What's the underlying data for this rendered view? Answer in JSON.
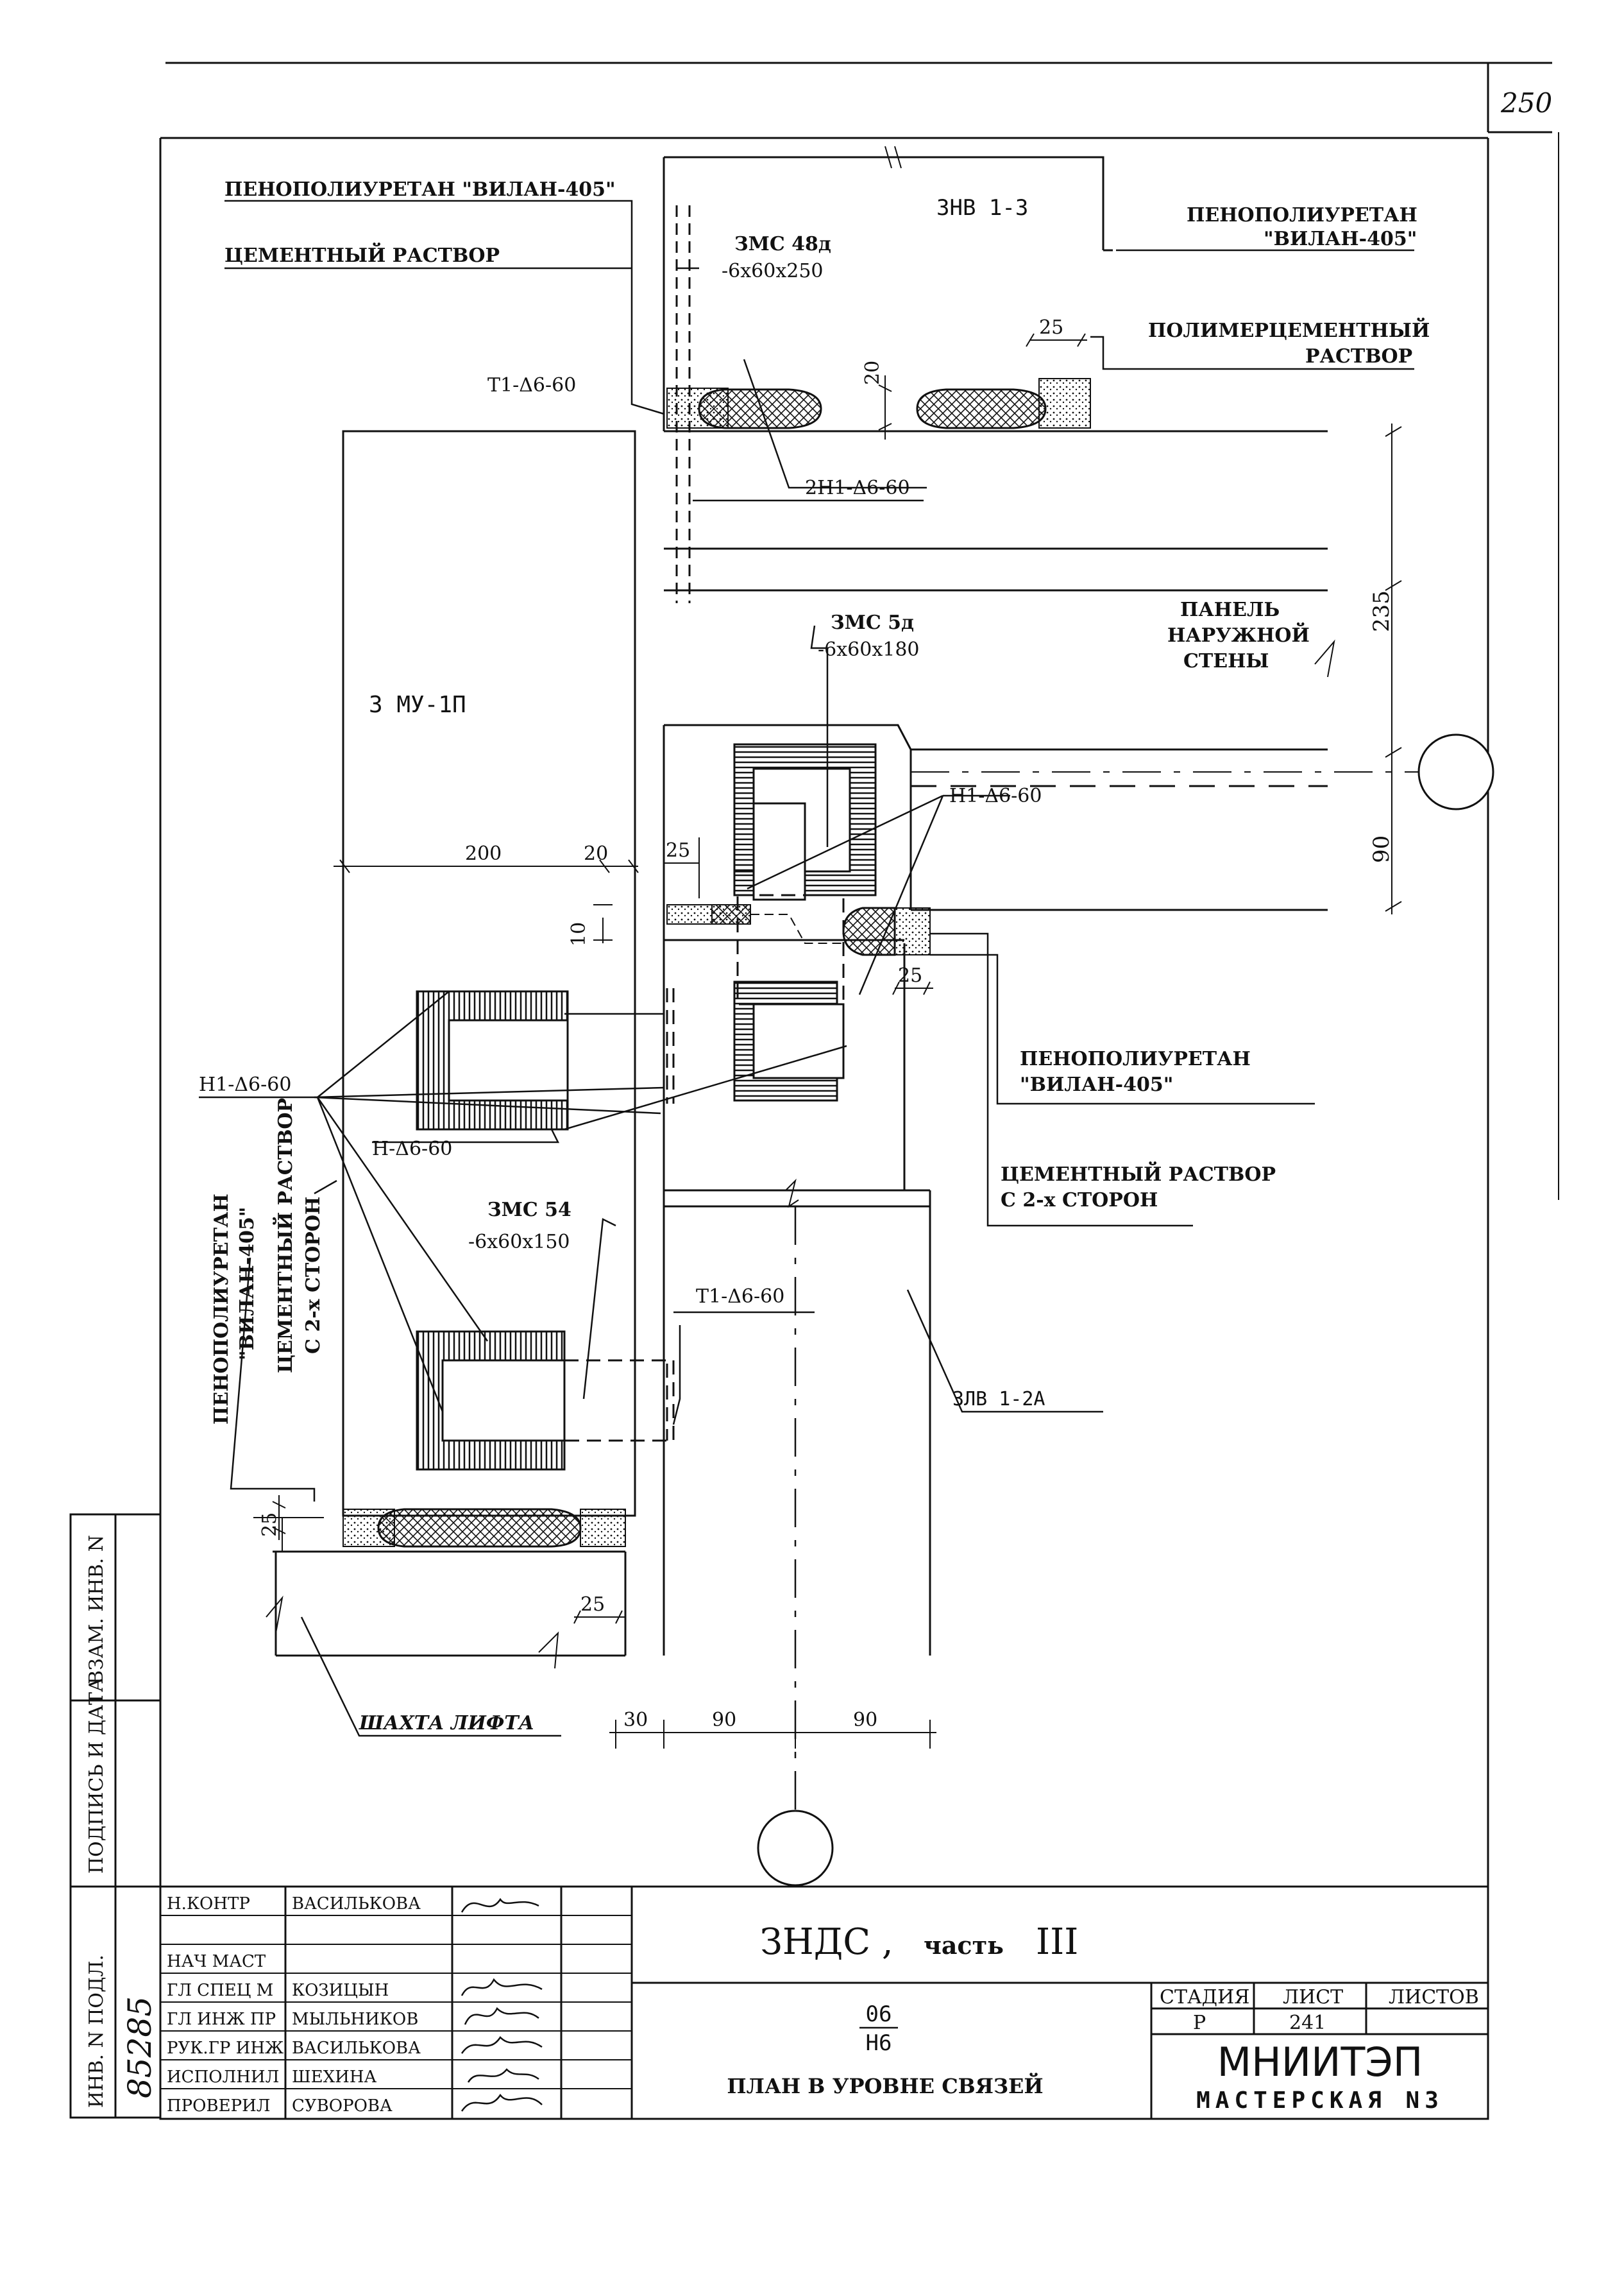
{
  "sheet": {
    "page_number": "250"
  },
  "panels": {
    "znv": "ЗНВ 1-3",
    "zmu": "3 МУ-1П",
    "zlv": "ЗЛВ 1-2А"
  },
  "labels": {
    "penopoliuretan_top_left": "ПЕНОПОЛИУРЕТАН \"ВИЛАН-405\"",
    "cement_top_left": "ЦЕМЕНТНЫЙ РАСТВОР",
    "penopoliuretan_top_right_1": "ПЕНОПОЛИУРЕТАН",
    "penopoliuretan_top_right_2": "\"ВИЛАН-405\"",
    "polymer_cement_1": "ПОЛИМЕРЦЕМЕНТНЫЙ",
    "polymer_cement_2": "РАСТВОР",
    "panel_outer_1": "ПАНЕЛЬ",
    "panel_outer_2": "НАРУЖНОЙ",
    "panel_outer_3": "СТЕНЫ",
    "penopoliuretan_mid_right_1": "ПЕНОПОЛИУРЕТАН",
    "penopoliuretan_mid_right_2": "\"ВИЛАН-405\"",
    "cement_mid_right_1": "ЦЕМЕНТНЫЙ РАСТВОР",
    "cement_mid_right_2": "С 2-х СТОРОН",
    "vertical_1": "ПЕНОПОЛИУРЕТАН",
    "vertical_2": "\"ВИЛАН-405\"",
    "vertical_3": "ЦЕМЕНТНЫЙ РАСТВОР",
    "vertical_4": "С 2-х СТОРОН",
    "shaft": "ШАХТА ЛИФТА"
  },
  "parts": {
    "zmc48_name": "ЗМС 48д",
    "zmc48_size": "-6х60х250",
    "zmc5_name": "ЗМС 5д",
    "zmc5_size": "-6х60х180",
    "zmc54_name": "ЗМС 54",
    "zmc54_size": "-6х60х150",
    "t1_top": "Т1-Δ6-60",
    "h2_1": "2Н1-Δ6-60",
    "h1_right": "Н1-Δ6-60",
    "h1_left": "Н1-Δ6-60",
    "h_left": "Н-Δ6-60",
    "t1_bottom": "Т1-Δ6-60"
  },
  "dims": {
    "d25_a": "25",
    "d20_a": "20",
    "d235": "235",
    "d90_v": "90",
    "d200": "200",
    "d20_b": "20",
    "d25_b": "25",
    "d10": "10",
    "d25_c": "25",
    "d25_d": "25",
    "d25_e": "25",
    "d30": "30",
    "d90_a": "90",
    "d90_b": "90"
  },
  "side_stamp": {
    "vzam": "ВЗАМ. ИНВ. N",
    "podpis": "ПОДПИСЬ И ДАТА",
    "inv_podl": "ИНВ. N ПОДЛ.",
    "inv_number": "85285"
  },
  "title_block": {
    "rows": [
      {
        "role": "Н.КОНТР",
        "name": "ВАСИЛЬКОВА"
      },
      {
        "role": "",
        "name": ""
      },
      {
        "role": "НАЧ МАСТ",
        "name": ""
      },
      {
        "role": "ГЛ СПЕЦ М",
        "name": "КОЗИЦЫН"
      },
      {
        "role": "ГЛ ИНЖ ПР",
        "name": "МЫЛЬНИКОВ"
      },
      {
        "role": "РУК.ГР ИНЖ",
        "name": "ВАСИЛЬКОВА"
      },
      {
        "role": "ИСПОЛНИЛ",
        "name": "ШЕХИНА"
      },
      {
        "role": "ПРОВЕРИЛ",
        "name": "СУВОРОВА"
      }
    ],
    "project_title_main": "ЗНДС ,",
    "project_title_part": "часть",
    "project_title_roman": "III",
    "drawing_code_top": "06",
    "drawing_code_bottom": "Н6",
    "drawing_name": "ПЛАН В УРОВНЕ СВЯЗЕЙ",
    "stage_header": "СТАДИЯ",
    "sheet_header": "ЛИСТ",
    "sheets_header": "ЛИСТОВ",
    "stage_value": "Р",
    "sheet_value": "241",
    "sheets_value": "",
    "org_name": "МНИИТЭП",
    "org_sub": "МАСТЕРСКАЯ  N3"
  }
}
